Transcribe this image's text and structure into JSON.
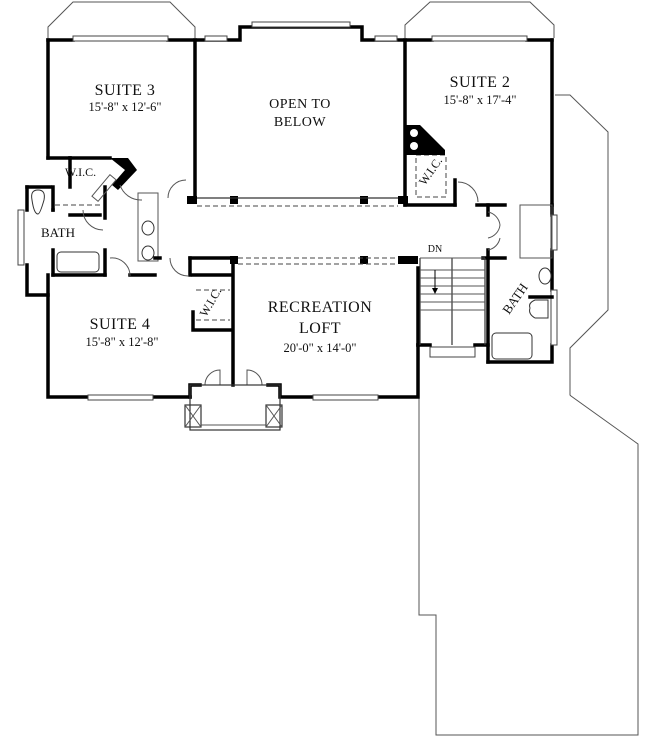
{
  "plan": {
    "type": "second floor plan",
    "rooms": [
      {
        "id": "suite3",
        "name": "SUITE 3",
        "dimensions": "15'-8\" x 12'-6\""
      },
      {
        "id": "open",
        "name_line1": "OPEN TO",
        "name_line2": "BELOW"
      },
      {
        "id": "suite2",
        "name": "SUITE 2",
        "dimensions": "15'-8\" x 17'-4\""
      },
      {
        "id": "suite4",
        "name": "SUITE 4",
        "dimensions": "15'-8\" x 12'-8\""
      },
      {
        "id": "loft",
        "name_line1": "RECREATION",
        "name_line2": "LOFT",
        "dimensions": "20'-0\" x 14'-0\""
      }
    ],
    "small_labels": {
      "wic_suite3": "W.I.C.",
      "wic_suite2": "W.I.C.",
      "wic_suite4": "W.I.C.",
      "bath_left": "BATH",
      "bath_right": "BATH",
      "stairs_down": "DN"
    },
    "colors": {
      "wall": "#000000",
      "outline": "#555555",
      "background": "#ffffff"
    }
  }
}
